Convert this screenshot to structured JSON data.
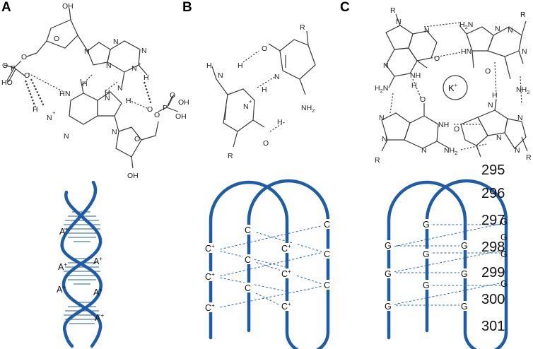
{
  "panels": [
    {
      "letter": "A"
    },
    {
      "letter": "B"
    },
    {
      "letter": "C"
    }
  ],
  "chem_labels": {
    "OH": "OH",
    "HO": "HO",
    "O": "O",
    "N": "N",
    "NH": "NH",
    "NH2": "NH",
    "H2N": "H",
    "H": "H",
    "R": "R",
    "P": "P",
    "two": "2",
    "plus": "+",
    "K": "K"
  },
  "base_labels": {
    "adenine": "A",
    "cytosine": "C",
    "guanine": "G",
    "plus": "+"
  },
  "numbers": [
    "295",
    "296",
    "297",
    "298",
    "299",
    "300",
    "301"
  ],
  "colors": {
    "strand": "#1f5ca8",
    "bonds": "#3a3a3a"
  }
}
